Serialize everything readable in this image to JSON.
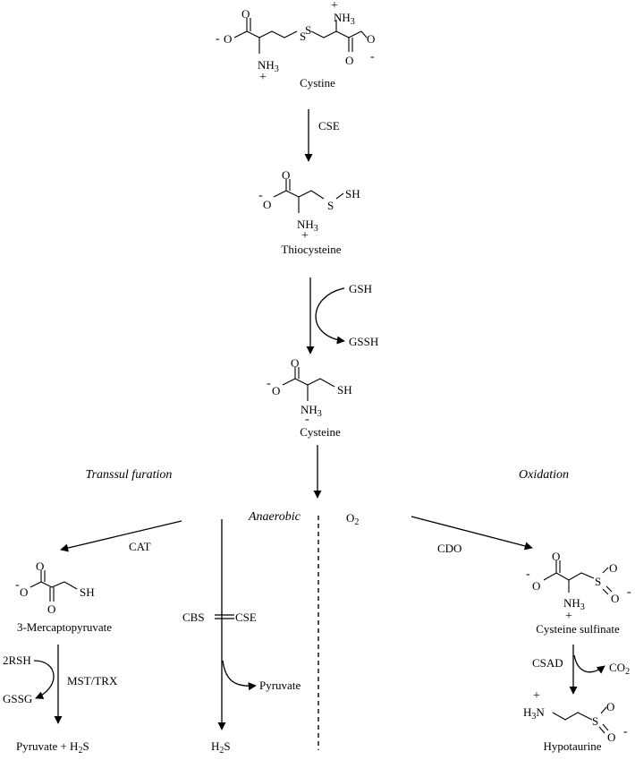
{
  "molecules": {
    "cystine": "Cystine",
    "thiocysteine": "Thiocysteine",
    "cysteine": "Cysteine",
    "mercaptopyruvate": "3-Mercaptopyruvate",
    "cysteine_sulfinate": "Cysteine sulfinate",
    "hypotaurine": "Hypotaurine"
  },
  "enzymes": {
    "cse_top": "CSE",
    "cat": "CAT",
    "cbs": "CBS",
    "cse_mid": "CSE",
    "cdo": "CDO",
    "mst_trx": "MST/TRX",
    "csad": "CSAD"
  },
  "cofactors": {
    "gsh": "GSH",
    "gssh": "GSSH",
    "o2": "O",
    "o2_sub": "2",
    "rsh": "2RSH",
    "gssg": "GSSG",
    "pyruvate_mid": "Pyruvate",
    "co2": "CO",
    "co2_sub": "2"
  },
  "pathways": {
    "transsulfuration": "Transsul furation",
    "oxidation": "Oxidation",
    "anaerobic": "Anaerobic"
  },
  "products": {
    "left_a": "Pyruvate + H",
    "left_sub": "2",
    "left_b": "S",
    "mid_a": "H",
    "mid_sub": "2",
    "mid_b": "S"
  },
  "atoms": {
    "O": "O",
    "S": "S",
    "SH": "SH",
    "NH3_a": "NH",
    "NH3_sub": "3",
    "H3N_a": "H",
    "H3N_sub": "3",
    "H3N_b": "N",
    "plus": "+",
    "minus": "-"
  }
}
